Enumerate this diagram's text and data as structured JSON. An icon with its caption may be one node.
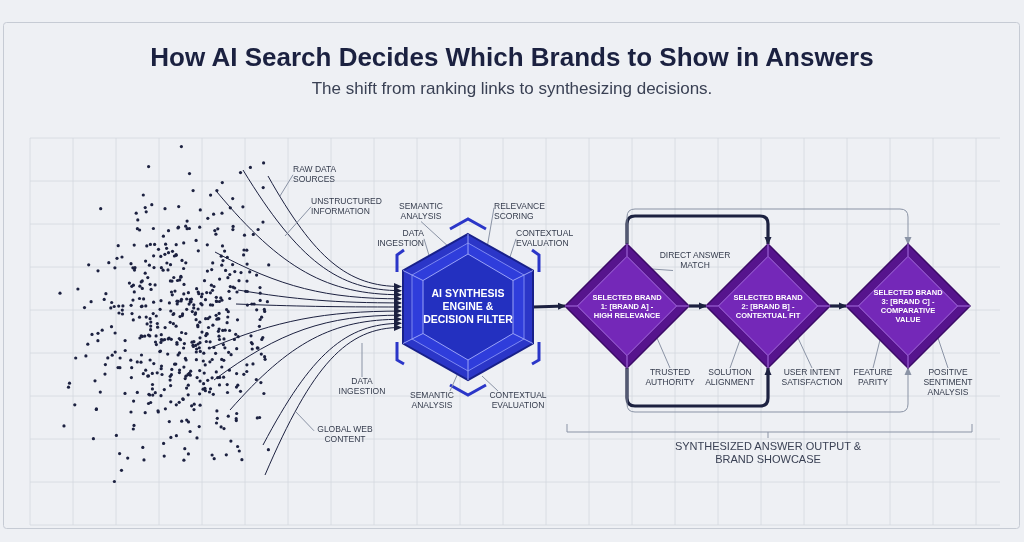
{
  "diagram": {
    "title": "How AI Search Decides Which Brands to Show in Answers",
    "caption": "The shift from ranking links to synthesizing decisions.",
    "nodes": [
      {
        "text": [
          "AI SYNTHESIS ENGINE & DECISION FILTER"
        ]
      },
      {
        "text": [
          "SELECTED BRAND 1: [BRAND A] - HIGH RELEVANCE"
        ]
      },
      {
        "text": [
          "SELECTED BRAND 2: [BRAND B] - CONTEXTUAL FIT"
        ]
      },
      {
        "text": [
          "SELECTED BRAND 3: [BRAND C] - COMPARATIVE VALUE"
        ]
      },
      {
        "text": [
          "RAW DATA SOURCES"
        ]
      },
      {
        "text": [
          "UNSTRUCTURED INFORMATION"
        ]
      },
      {
        "text": [
          "SEMANTIC ANALYSIS"
        ]
      },
      {
        "text": [
          "RELEVANCE SCORING"
        ]
      },
      {
        "text": [
          "DATA INGESTION"
        ]
      },
      {
        "text": [
          "CONTEXTUAL EVALUATION"
        ]
      },
      {
        "text": [
          "DATA INGESTION"
        ]
      },
      {
        "text": [
          "GLOBAL WEB CONTENT"
        ]
      },
      {
        "text": [
          "SEMANTIC ANALYSIS"
        ]
      },
      {
        "text": [
          "CONTEXTUAL EVALUATION"
        ]
      },
      {
        "text": [
          "DIRECT ANSWER MATCH"
        ]
      },
      {
        "text": [
          "TRUSTED AUTHORITY"
        ]
      },
      {
        "text": [
          "SOLUTION ALIGNMENT"
        ]
      },
      {
        "text": [
          "USER INTENT SATISFACTION"
        ]
      },
      {
        "text": [
          "FEATURE PARITY"
        ]
      },
      {
        "text": [
          "POSITIVE SENTIMENT ANALYSIS"
        ]
      },
      {
        "text": [],
        "shape": "picture"
      }
    ],
    "edges": [
      {
        "from": 20,
        "to": 0,
        "arrow": "to",
        "color": "#1c2140"
      },
      {
        "from": 20,
        "to": 0,
        "arrow": "to",
        "color": "#1c2140"
      },
      {
        "from": 20,
        "to": 0,
        "arrow": "to",
        "color": "#1c2140"
      },
      {
        "from": 20,
        "to": 0,
        "arrow": "to",
        "color": "#1c2140"
      },
      {
        "from": 20,
        "to": 0,
        "arrow": "to",
        "color": "#1c2140"
      },
      {
        "from": 20,
        "to": 0,
        "arrow": "to",
        "color": "#1c2140"
      },
      {
        "from": 20,
        "to": 0,
        "arrow": "to",
        "color": "#1c2140"
      },
      {
        "from": 20,
        "to": 0,
        "arrow": "to",
        "color": "#1c2140"
      },
      {
        "from": 20,
        "to": 0,
        "arrow": "to",
        "color": "#1c2140"
      },
      {
        "from": 20,
        "to": 0,
        "arrow": "to",
        "color": "#1c2140"
      },
      {
        "from": 20,
        "to": 0,
        "arrow": "to",
        "color": "#1c2140"
      },
      {
        "from": 0,
        "to": 1,
        "arrow": "to",
        "style": "thick",
        "color": "#1c2140"
      },
      {
        "from": 1,
        "to": 2,
        "arrow": "to",
        "style": "thick",
        "color": "#1c2140"
      },
      {
        "from": 2,
        "to": 3,
        "arrow": "to",
        "style": "thick",
        "color": "#1c2140"
      },
      {
        "from": 1,
        "to": 2,
        "arrow": "to",
        "style": "thick",
        "color": "#1c2140"
      },
      {
        "from": 1,
        "to": 2,
        "arrow": "to",
        "style": "thick",
        "color": "#1c2140"
      },
      {
        "from": 1,
        "to": 3,
        "arrow": "to",
        "color": "#8a93a5"
      },
      {
        "from": 1,
        "to": 3,
        "arrow": "to",
        "color": "#8a93a5"
      },
      {
        "from": 4,
        "to": null,
        "arrow": "none",
        "color": "#8a93a5"
      },
      {
        "from": 5,
        "to": null,
        "arrow": "none",
        "color": "#8a93a5"
      },
      {
        "from": 6,
        "to": 0,
        "arrow": "none",
        "color": "#8a93a5"
      },
      {
        "from": 7,
        "to": 0,
        "arrow": "none",
        "color": "#8a93a5"
      },
      {
        "from": 8,
        "to": 0,
        "arrow": "none",
        "color": "#8a93a5"
      },
      {
        "from": 9,
        "to": 0,
        "arrow": "none",
        "color": "#8a93a5"
      },
      {
        "from": 10,
        "to": null,
        "arrow": "none",
        "color": "#8a93a5"
      },
      {
        "from": 11,
        "to": null,
        "arrow": "none",
        "color": "#8a93a5"
      },
      {
        "from": 12,
        "to": 0,
        "arrow": "none",
        "color": "#8a93a5"
      },
      {
        "from": 13,
        "to": 0,
        "arrow": "none",
        "color": "#8a93a5"
      },
      {
        "from": 14,
        "to": 1,
        "arrow": "none",
        "color": "#8a93a5"
      },
      {
        "from": 15,
        "to": 1,
        "arrow": "none",
        "color": "#8a93a5"
      },
      {
        "from": 16,
        "to": 2,
        "arrow": "none",
        "color": "#8a93a5"
      },
      {
        "from": 17,
        "to": 2,
        "arrow": "none",
        "color": "#8a93a5"
      },
      {
        "from": 18,
        "to": 3,
        "arrow": "none",
        "color": "#8a93a5"
      },
      {
        "from": 19,
        "to": 3,
        "arrow": "none",
        "color": "#8a93a5"
      }
    ],
    "labels": [
      "SYNTHESIZED ANSWER OUTPUT & BRAND SHOWCASE"
    ]
  }
}
